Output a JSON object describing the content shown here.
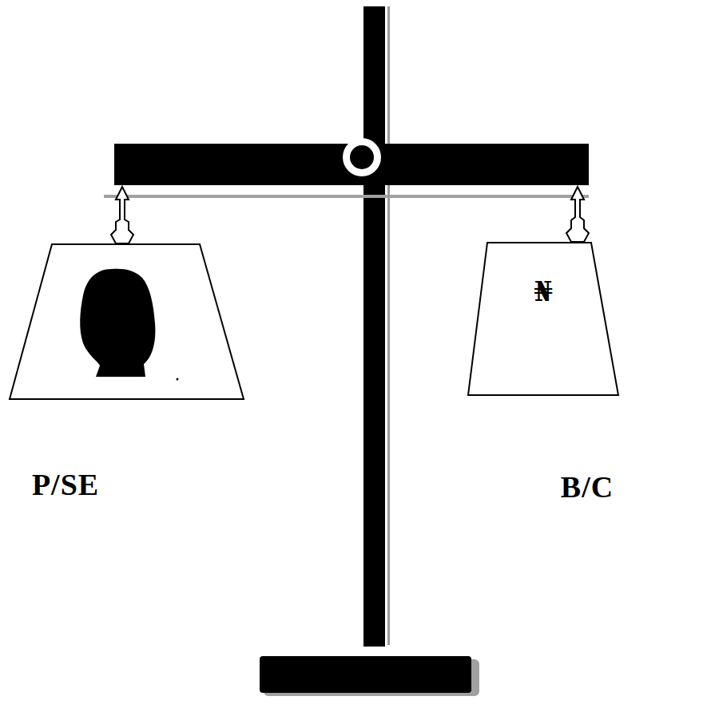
{
  "diagram": {
    "nodes": [
      {
        "text": [
          "₦"
        ]
      }
    ],
    "labels": [
      "P/SE",
      "B/C"
    ]
  }
}
